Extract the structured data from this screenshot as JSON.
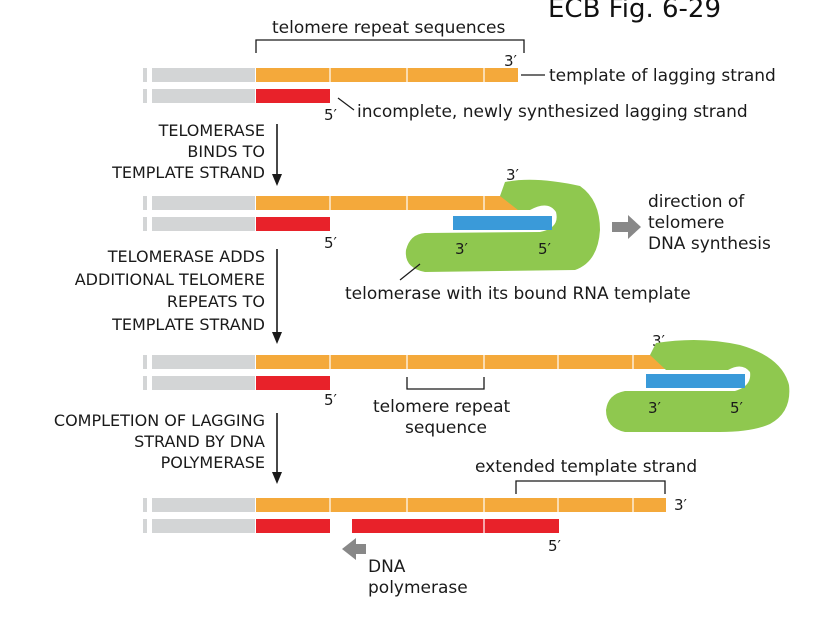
{
  "header": {
    "fig_label": "ECB Fig. 6-29"
  },
  "labels": {
    "telomere_repeat_sequences": "telomere repeat sequences",
    "template_lagging": "template of lagging strand",
    "incomplete_lagging": "incomplete, newly synthesized lagging strand",
    "direction_1": "direction of",
    "direction_2": "telomere",
    "direction_3": "DNA synthesis",
    "telomerase_rna": "telomerase with its bound RNA template",
    "repeat_seq_1": "telomere repeat",
    "repeat_seq_2": "sequence",
    "extended_template": "extended template strand",
    "dna_pol_1": "DNA",
    "dna_pol_2": "polymerase"
  },
  "primes": {
    "three": "3′",
    "five": "5′"
  },
  "steps": {
    "step1": [
      "TELOMERASE",
      "BINDS TO",
      "TEMPLATE STRAND"
    ],
    "step2": [
      "TELOMERASE ADDS",
      "ADDITIONAL TELOMERE",
      "REPEATS TO",
      "TEMPLATE STRAND"
    ],
    "step3": [
      "COMPLETION OF LAGGING",
      "STRAND BY DNA",
      "POLYMERASE"
    ]
  },
  "colors": {
    "template_strand": "#f4a93b",
    "lagging_strand": "#e8222a",
    "chromosome": "#d3d5d6",
    "rna_template": "#3a9ad9",
    "telomerase": "#8fc84f",
    "arrow": "#888888"
  }
}
